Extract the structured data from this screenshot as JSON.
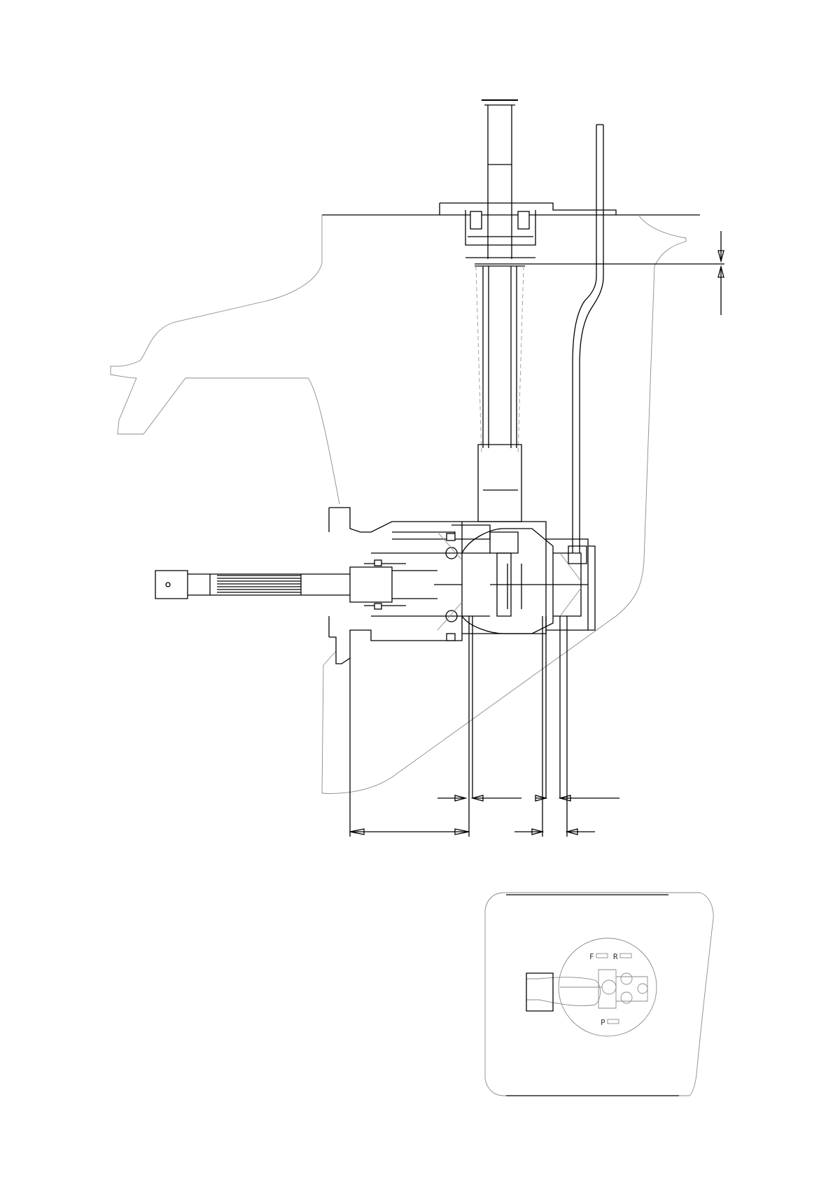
{
  "drawing": {
    "detail_view": {
      "selector_labels": [
        "F",
        "R",
        "P"
      ]
    }
  }
}
